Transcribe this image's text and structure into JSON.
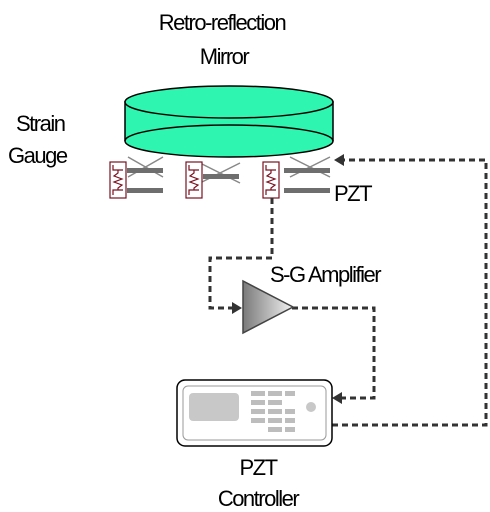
{
  "labels": {
    "mirror_line1": "Retro-reflection",
    "mirror_line2": "Mirror",
    "strain_line1": "Strain",
    "strain_line2": "Gauge",
    "pzt": "PZT",
    "amplifier": "S-G Amplifier",
    "controller_line1": "PZT",
    "controller_line2": "Controller"
  },
  "colors": {
    "mirror_fill": "#2ef5b0",
    "strain_gauge": "#7a1020",
    "pzt_stack": "#6e6e6e",
    "wire": "#333333"
  }
}
